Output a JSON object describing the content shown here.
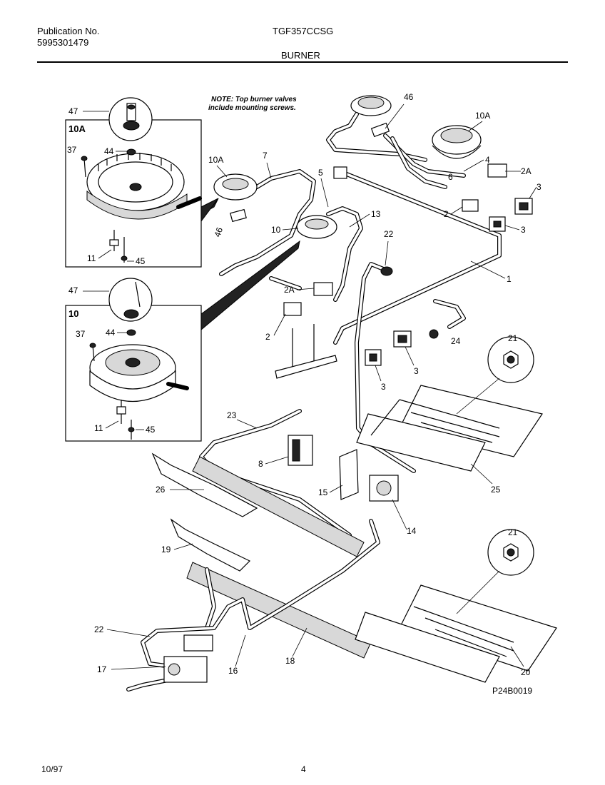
{
  "header": {
    "publication_label": "Publication No.",
    "publication_number": "5995301479",
    "model": "TGF357CCSG",
    "section": "BURNER"
  },
  "footer": {
    "date": "10/97",
    "page": "4"
  },
  "diagram": {
    "note_line1": "NOTE: Top burner valves",
    "note_line2": "include mounting screws.",
    "drawing_number": "P24B0019",
    "callouts": {
      "c1": "1",
      "c2a": "2",
      "c2b": "2",
      "c2A_a": "2A",
      "c2A_b": "2A",
      "c3a": "3",
      "c3b": "3",
      "c3c": "3",
      "c3d": "3",
      "c4": "4",
      "c5": "5",
      "c6": "6",
      "c7": "7",
      "c8": "8",
      "c10": "10",
      "c10A_a": "10A",
      "c10A_b": "10A",
      "c13": "13",
      "c14": "14",
      "c15": "15",
      "c16": "16",
      "c17": "17",
      "c18": "18",
      "c19": "19",
      "c20": "20",
      "c21a": "21",
      "c21b": "21",
      "c22a": "22",
      "c22b": "22",
      "c23": "23",
      "c24": "24",
      "c25": "25",
      "c26": "26",
      "c46a": "46",
      "c46b": "46"
    },
    "inset_top": {
      "frame_label": "10A",
      "c47": "47",
      "c37": "37",
      "c44": "44",
      "c11": "11",
      "c45": "45"
    },
    "inset_bottom": {
      "frame_label": "10",
      "c47": "47",
      "c37": "37",
      "c44": "44",
      "c11": "11",
      "c45": "45"
    }
  }
}
